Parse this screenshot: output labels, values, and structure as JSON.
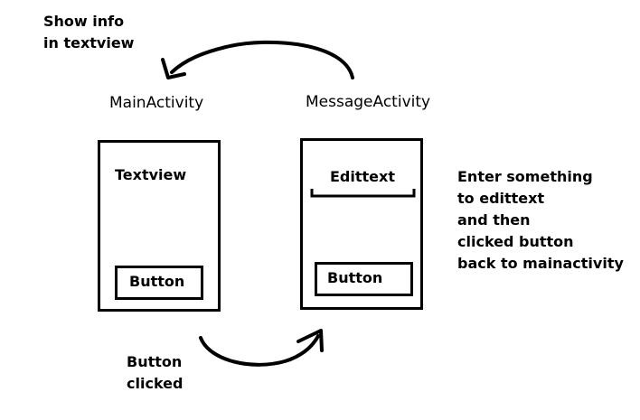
{
  "top_note": {
    "line1": "Show info",
    "line2": "in textview"
  },
  "main_activity": {
    "title": "MainActivity",
    "textview_label": "Textview",
    "button_label": "Button"
  },
  "message_activity": {
    "title": "MessageActivity",
    "edittext_label": "Edittext",
    "button_label": "Button"
  },
  "right_note": {
    "lines": [
      "Enter something",
      "to edittext",
      "and then",
      "clicked button",
      "back to mainactivity"
    ]
  },
  "bottom_note": {
    "line1": "Button",
    "line2": "clicked"
  }
}
